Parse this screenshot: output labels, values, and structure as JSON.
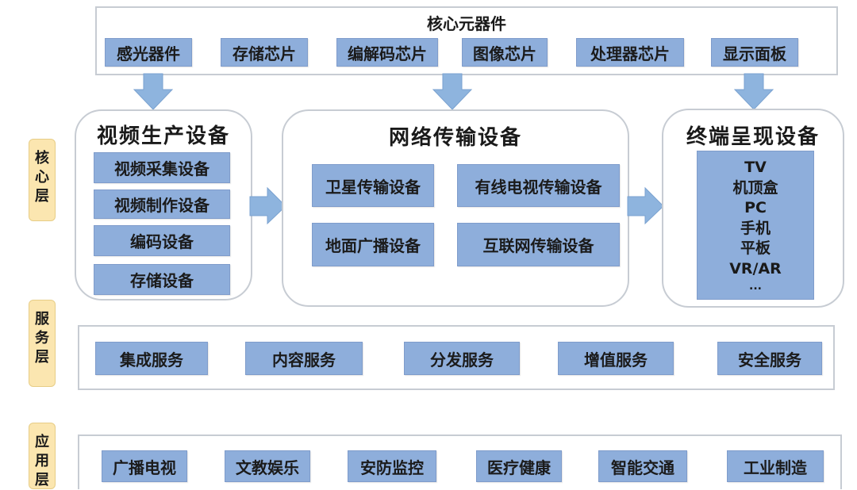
{
  "core_components": {
    "title": "核心元器件",
    "items": [
      "感光器件",
      "存储芯片",
      "编解码芯片",
      "图像芯片",
      "处理器芯片",
      "显示面板"
    ]
  },
  "layers": {
    "core": [
      "核",
      "心",
      "层"
    ],
    "service": [
      "服",
      "务",
      "层"
    ],
    "application": [
      "应",
      "用",
      "层"
    ]
  },
  "video_production": {
    "title": "视频生产设备",
    "items": [
      "视频采集设备",
      "视频制作设备",
      "编码设备",
      "存储设备"
    ]
  },
  "network_transmission": {
    "title": "网络传输设备",
    "items": [
      "卫星传输设备",
      "有线电视传输设备",
      "地面广播设备",
      "互联网传输设备"
    ]
  },
  "terminal_display": {
    "title": "终端呈现设备",
    "items": [
      "TV",
      "机顶盒",
      "PC",
      "手机",
      "平板",
      "VR/AR",
      "..."
    ]
  },
  "services": [
    "集成服务",
    "内容服务",
    "分发服务",
    "增值服务",
    "安全服务"
  ],
  "applications": [
    "广播电视",
    "文教娱乐",
    "安防监控",
    "医疗健康",
    "智能交通",
    "工业制造"
  ],
  "colors": {
    "box_fill": "#8eaedb",
    "arrow_fill": "#8eb4de",
    "layer_label_fill": "#fbe6b0",
    "frame_border": "#c7ccd3"
  }
}
